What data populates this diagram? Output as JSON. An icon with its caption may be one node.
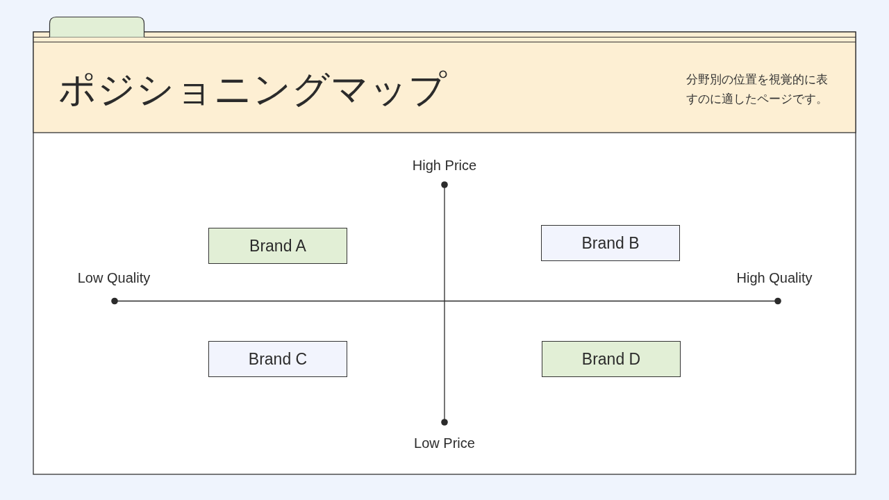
{
  "diagram": {
    "title": "ポジショニングマップ",
    "nodes": [
      {
        "text": [
          "Brand A"
        ]
      },
      {
        "text": [
          "Brand B"
        ]
      },
      {
        "text": [
          "Brand C"
        ]
      },
      {
        "text": [
          "Brand D"
        ]
      }
    ],
    "labels": [
      "分野別の位置を視覚的に表すのに適したページです。",
      "High Price",
      "Low Quality",
      "High Quality",
      "Low Price"
    ]
  }
}
